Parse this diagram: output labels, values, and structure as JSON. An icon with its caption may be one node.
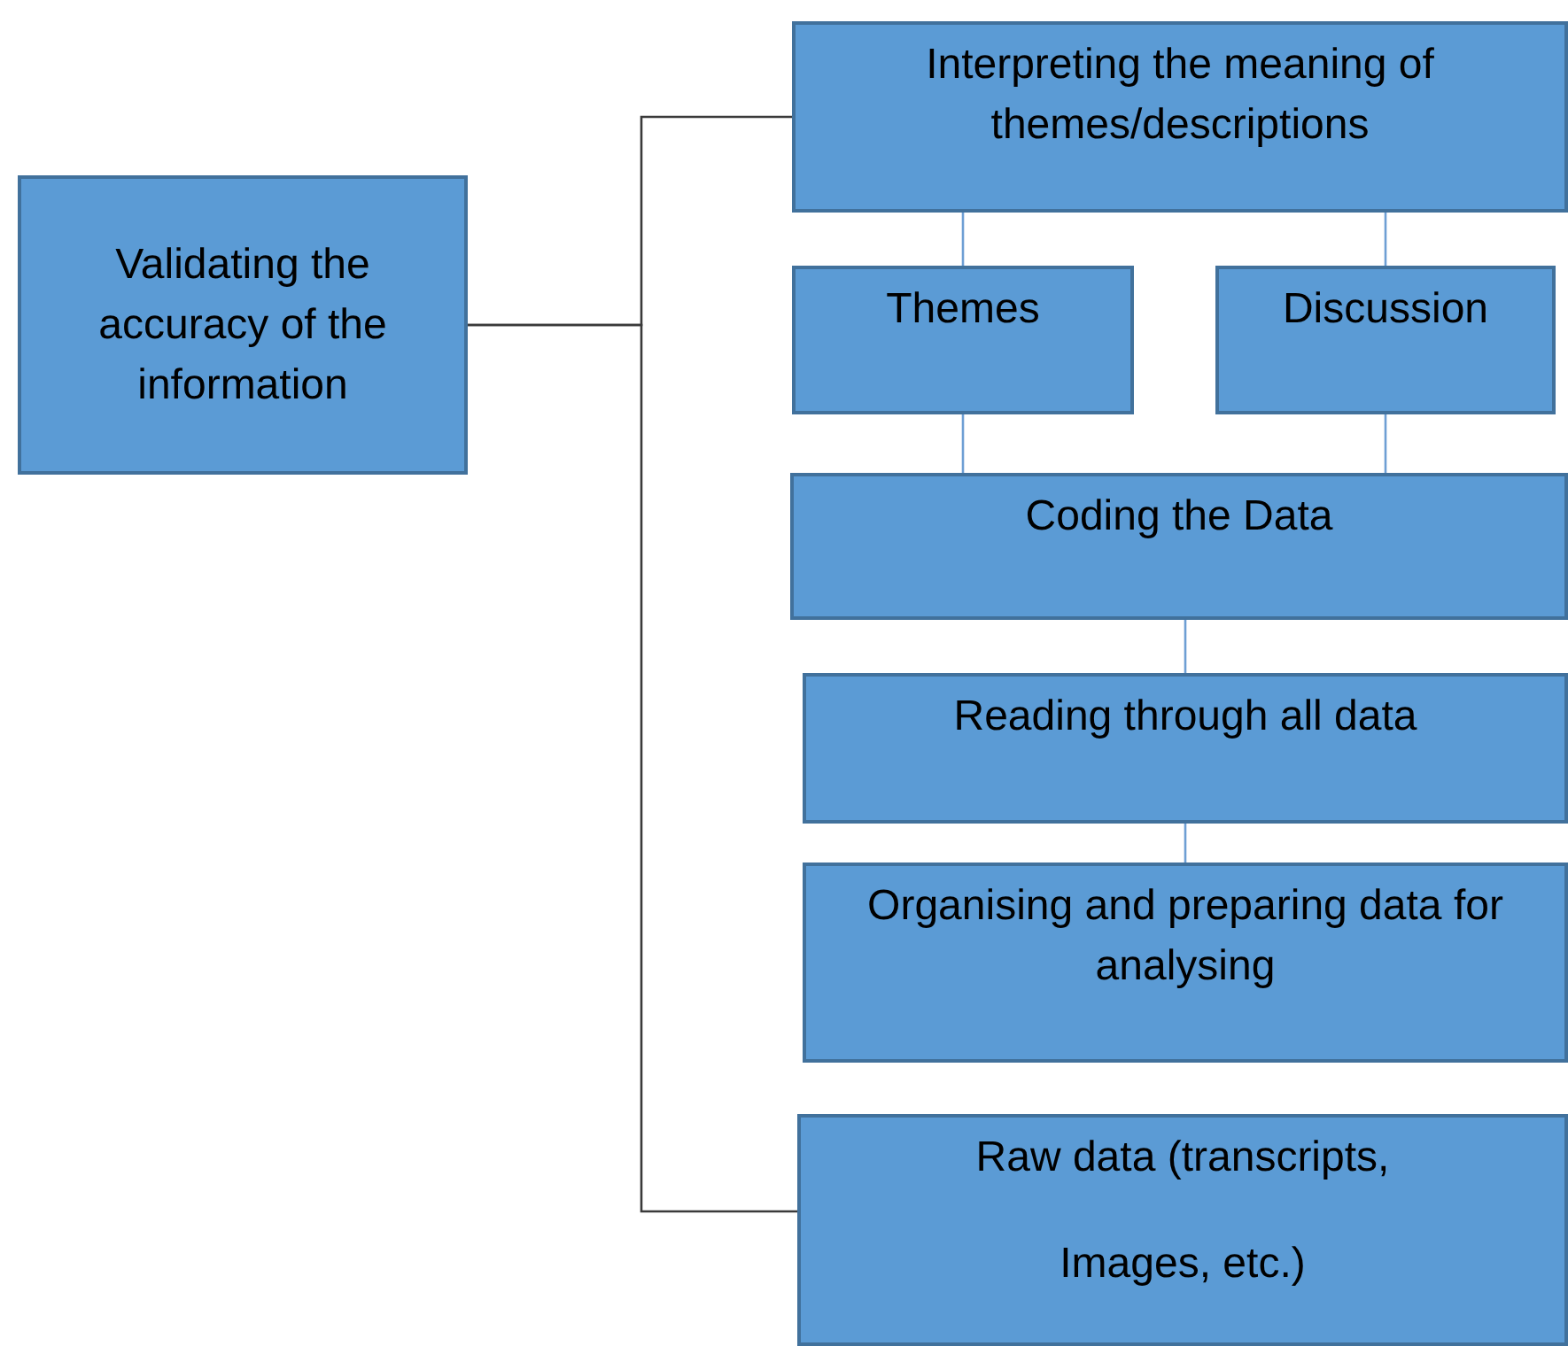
{
  "diagram": {
    "nodes": [
      {
        "text": [
          "Validating the accuracy of the information"
        ]
      },
      {
        "text": [
          "Interpreting the meaning of themes/descriptions"
        ]
      },
      {
        "text": [
          "Themes"
        ]
      },
      {
        "text": [
          "Discussion"
        ]
      },
      {
        "text": [
          "Coding the Data"
        ]
      },
      {
        "text": [
          "Reading through all data"
        ]
      },
      {
        "text": [
          "Organising and preparing data for analysing"
        ]
      },
      {
        "text": [
          "Raw data (transcripts,",
          "Images, etc.)"
        ]
      }
    ],
    "edges": [
      {
        "from": 0,
        "to": 1,
        "arrow": "none",
        "color": "#3a3a3a"
      },
      {
        "from": 0,
        "to": 7,
        "arrow": "none",
        "color": "#3a3a3a"
      },
      {
        "from": 1,
        "to": 2,
        "arrow": "none"
      },
      {
        "from": 1,
        "to": 3,
        "arrow": "none"
      },
      {
        "from": 2,
        "to": 4,
        "arrow": "none"
      },
      {
        "from": 3,
        "to": 4,
        "arrow": "none"
      },
      {
        "from": 4,
        "to": 5,
        "arrow": "none"
      },
      {
        "from": 5,
        "to": 6,
        "arrow": "none"
      }
    ]
  }
}
